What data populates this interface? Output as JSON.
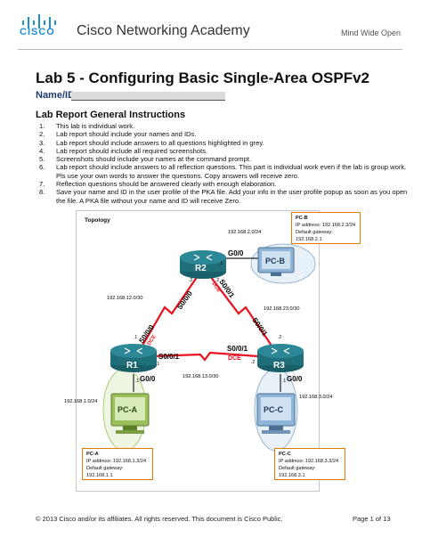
{
  "header": {
    "logo_text": "CISCO",
    "academy": "Cisco Networking Academy",
    "tagline": "Mind Wide Open"
  },
  "document": {
    "title": "Lab 5 - Configuring Basic Single-Area OSPFv2",
    "name_id_label": "Name/ID:",
    "instructions_heading": "Lab Report General Instructions",
    "instructions": [
      {
        "num": "1.",
        "text": "This lab is individual work."
      },
      {
        "num": "2.",
        "text": "Lab report should include your names and IDs."
      },
      {
        "num": "3.",
        "text": "Lab report should include answers to all questions highlighted in grey."
      },
      {
        "num": "4.",
        "text": "Lab report should include all required screenshots."
      },
      {
        "num": "5.",
        "text": "Screenshots should include your names at the command prompt."
      },
      {
        "num": "6.",
        "text": "Lab report should include answers to all reflection questions. This part is individual work even if the lab is group work. Pls use your own words to answer the questions. Copy answers will receive zero."
      },
      {
        "num": "7.",
        "text": "Reflection questions should be answered clearly with enough elaboration."
      },
      {
        "num": "8.",
        "text": "Save your name and ID in the user profile of the PKA file. Add your info in the user profile popup as soon as you open the file. A PKA file without your name and ID will receive Zero."
      }
    ]
  },
  "topology": {
    "label": "Topology",
    "routers": {
      "r1": "R1",
      "r2": "R2",
      "r3": "R3"
    },
    "pcs": {
      "pca": "PC-A",
      "pcb": "PC-B",
      "pcc": "PC-C"
    },
    "pcb_info": {
      "title": "PC-B",
      "ip": "IP address: 192.168.2.3/24",
      "gw": "Default gateway: 192.168.2.1"
    },
    "pca_info": {
      "title": "PC-A",
      "ip": "IP address: 192.168.1.3/24",
      "gw": "Default gateway: 192.168.1.1"
    },
    "pcc_info": {
      "title": "PC-C",
      "ip": "IP address: 192.168.3.3/24",
      "gw": "Default gateway: 192.168.3.1"
    },
    "networks": {
      "n2": "192.168.2.0/24",
      "n12": "192.168.12.0/30",
      "n23": "192.168.23.0/30",
      "n13": "192.168.13.0/30",
      "n1": "192.168.1.0/24",
      "n3": "192.168.3.0/24"
    },
    "interfaces": {
      "r2_g00": "G0/0",
      "r2_s000": "S0/0/0",
      "r2_s001": "S0/0/1",
      "r1_s000": "S0/0/0",
      "r1_s001": "S0/0/1",
      "r3_s001": "S0/0/1",
      "r1_g00": "G0/0",
      "r3_g00": "G0/0",
      "dce": "DCE",
      "dce2": "DCE",
      "dce3": "DCE"
    },
    "host_ids": {
      "r2_left": ".2",
      "r2_right": ".2",
      "r1_top": ".1",
      "r1_right": ".1",
      "r1_bottom": ".1",
      "r3_top": ".2",
      "r3_left": ".2",
      "r3_bottom": ".1",
      "r2_g": ".1"
    }
  },
  "footer": {
    "copyright": "© 2013 Cisco and/or its affiliates. All rights reserved. This document is Cisco Public.",
    "page": "Page 1 of 13"
  },
  "colors": {
    "cisco_blue": "#1a8fd6",
    "serial_red": "#e8121f",
    "router_teal": "#1f6f7a",
    "pc_green": "#9bbf5a",
    "pc_blue": "#a9c9e6",
    "callout_orange": "#e07a00"
  }
}
